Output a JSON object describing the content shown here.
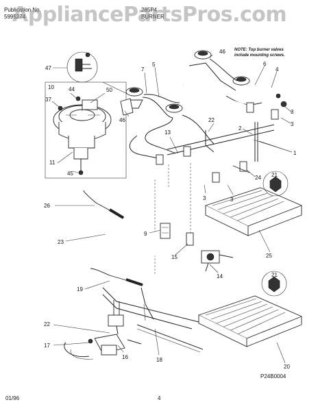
{
  "header": {
    "pub_label": "Publication No.",
    "pub_number": "5995274",
    "model": "285P4",
    "section": "BURNER"
  },
  "watermark": "AppliancePartsPros.com",
  "note": {
    "line1": "NOTE: Top burner valves",
    "line2": "include mounting screws."
  },
  "callouts": {
    "c47": "47",
    "c10": "10",
    "c44": "44",
    "c50": "50",
    "c37": "37",
    "c11": "11",
    "c45": "45",
    "c7": "7",
    "c5": "5",
    "c46a": "46",
    "c46b": "46",
    "c6": "6",
    "c4": "4",
    "c3a": "3",
    "c3b": "3",
    "c2": "2",
    "c1": "1",
    "c13": "13",
    "c22a": "22",
    "c21a": "21",
    "c24": "24",
    "c3c": "3",
    "c3d": "3",
    "c26": "26",
    "c9": "9",
    "c23": "23",
    "c15": "15",
    "c25": "25",
    "c14": "14",
    "c19": "19",
    "c21b": "21",
    "c22b": "22",
    "c17": "17",
    "c16": "16",
    "c18": "18",
    "c20": "20"
  },
  "diagram_code": "P24B0004",
  "footer": {
    "date": "01/96",
    "page": "4"
  }
}
